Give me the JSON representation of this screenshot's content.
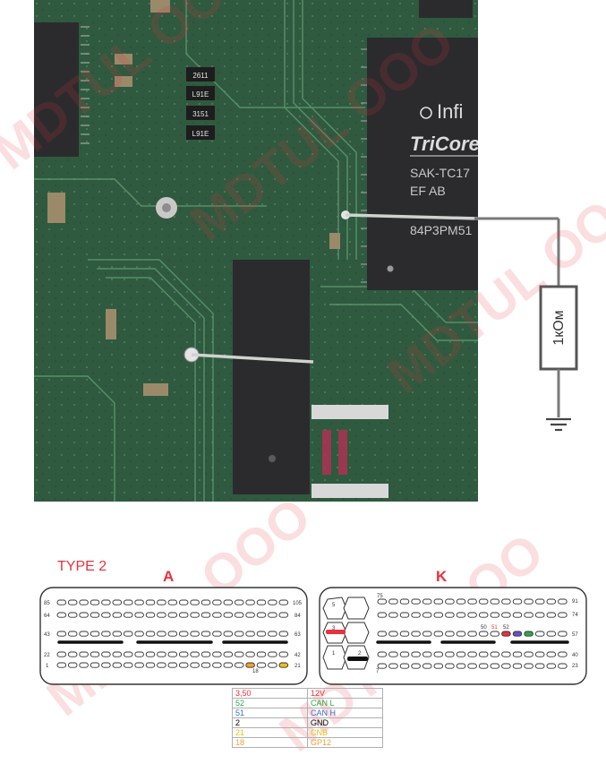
{
  "photo": {
    "chip_labels": [
      "2611",
      "L91E",
      "3151",
      "L91E"
    ],
    "tricore": {
      "brand": "Infi",
      "line1": "TriCore",
      "line2": "SAK-TC17",
      "line3": "EF AB",
      "line4": "84P3PM51"
    }
  },
  "schematic": {
    "resistor_label": "1кОм"
  },
  "watermark": {
    "text": "MDTUL OOO"
  },
  "connectors": {
    "type_label": "TYPE 2",
    "a": {
      "title": "A",
      "left_numbers": [
        "85",
        "64",
        "43",
        "22",
        "1"
      ],
      "right_numbers": [
        "105",
        "84",
        "63",
        "42",
        "21"
      ],
      "pin_label": "18"
    },
    "k": {
      "title": "K",
      "left_top_number": "75",
      "left_bottom_number": "7",
      "right_numbers": [
        "91",
        "74",
        "57",
        "40",
        "23"
      ],
      "pin_labels": [
        "50",
        "51",
        "52"
      ],
      "cavity_numbers": [
        "5",
        "3",
        "1",
        "2"
      ]
    }
  },
  "legend": {
    "rows": [
      {
        "pin": "3,50",
        "signal": "12V",
        "color": "#e8323c"
      },
      {
        "pin": "52",
        "signal": "CAN L",
        "color": "#2ea84a"
      },
      {
        "pin": "51",
        "signal": "CAN H",
        "color": "#3b6fd4"
      },
      {
        "pin": "2",
        "signal": "GND",
        "color": "#000000"
      },
      {
        "pin": "21",
        "signal": "CNB",
        "color": "#e8c020"
      },
      {
        "pin": "18",
        "signal": "GP12",
        "color": "#f0a030"
      }
    ]
  },
  "colors": {
    "pcb": "#2f5a3f",
    "ic": "#2b2b2e",
    "accent_red": "#e8323c",
    "wire": "#cfd3d0"
  }
}
